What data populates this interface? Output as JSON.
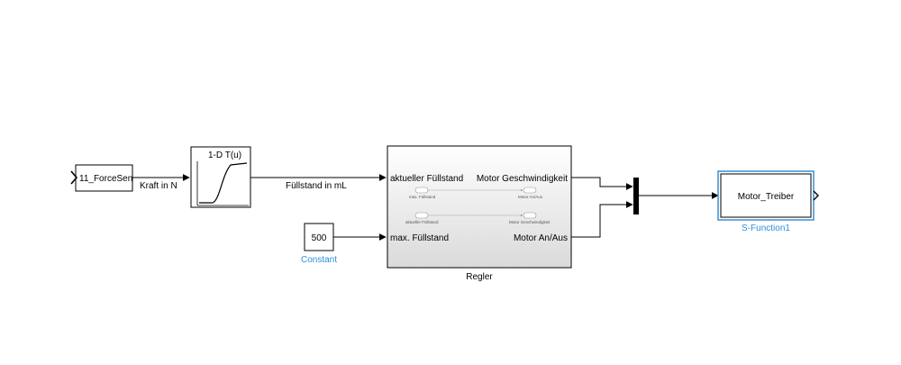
{
  "blocks": {
    "source": {
      "text": "11_ForceSen"
    },
    "lookup": {
      "text": "1-D T(u)"
    },
    "constant": {
      "value": "500",
      "name": "Constant"
    },
    "regler": {
      "name": "Regler",
      "in1": "aktueller Füllstand",
      "in2": "max. Füllstand",
      "out1": "Motor Geschwindigkeit",
      "out2": "Motor An/Aus",
      "inner_in1": "max. Füllstand",
      "inner_out1": "Motor An/Aus",
      "inner_in2": "aktueller Füllstand",
      "inner_out2": "Motor Geschwindigkeit"
    },
    "sfunc": {
      "text": "Motor_Treiber",
      "name": "S-Function1"
    }
  },
  "signals": {
    "kraft": "Kraft in N",
    "fuellstand": "Füllstand in mL"
  },
  "colors": {
    "selection": "#3a8fd1",
    "link_label": "#2f8fd8",
    "regler_fill_top": "#ffffff",
    "regler_fill_bottom": "#dcdcdc"
  }
}
